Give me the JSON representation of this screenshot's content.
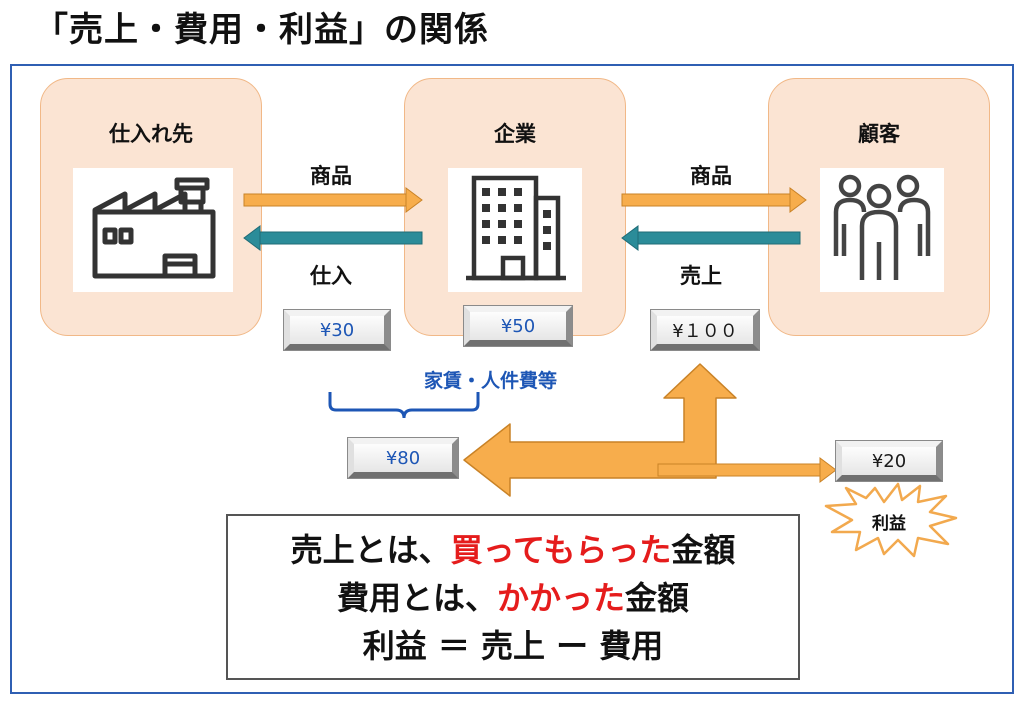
{
  "title": "「売上・費用・利益」の関係",
  "parties": {
    "supplier": "仕入れ先",
    "company": "企業",
    "customer": "顧客"
  },
  "flows": {
    "goods_left": "商品",
    "purchase": "仕入",
    "goods_right": "商品",
    "sales": "売上"
  },
  "amounts": {
    "purchase": "¥30",
    "company_cost": "¥50",
    "sales": "¥１００",
    "total_cost": "¥80",
    "profit": "¥20"
  },
  "cost_note": "家賃・人件費等",
  "profit_label": "利益",
  "summary": {
    "line1_a": "売上とは、",
    "line1_hl": "買ってもらった",
    "line1_b": "金額",
    "line2_a": "費用とは、",
    "line2_hl": "かかった",
    "line2_b": "金額",
    "line3": "利益 ＝ 売上 ー 費用"
  },
  "colors": {
    "frame": "#2f5fb3",
    "party_fill": "#fbe4d3",
    "arrow_orange": "#f7ad4c",
    "arrow_teal": "#2b8c99",
    "accent_blue": "#1d56b5",
    "highlight_red": "#e51c1c"
  },
  "icons": [
    "factory-icon",
    "office-building-icon",
    "people-group-icon"
  ]
}
